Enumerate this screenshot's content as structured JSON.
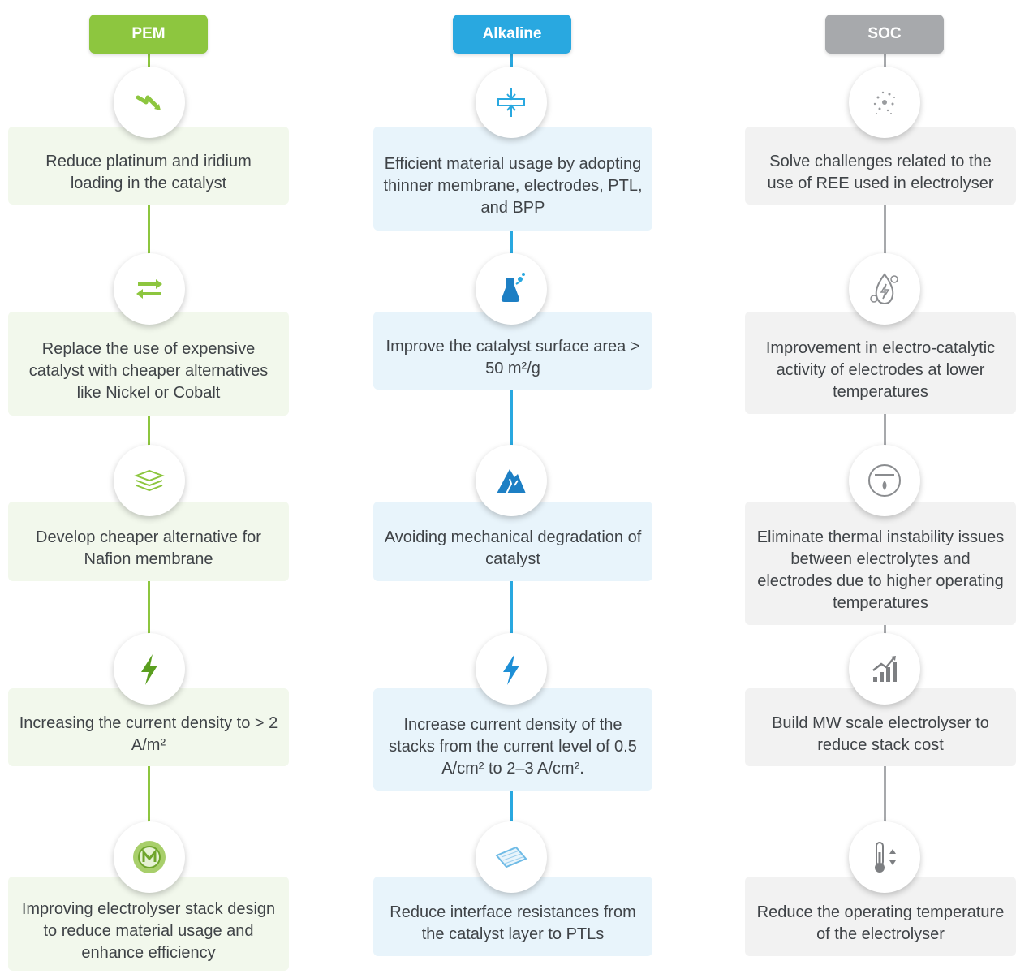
{
  "columns": [
    {
      "id": "pem",
      "header": "PEM",
      "color": "#8dc63f",
      "steps": [
        {
          "icon": "curved-arrow-icon",
          "text": "Reduce platinum and iridium loading in the catalyst"
        },
        {
          "icon": "exchange-arrows-icon",
          "text": "Replace the use of expensive catalyst with cheaper alternatives like Nickel or Cobalt"
        },
        {
          "icon": "membrane-layers-icon",
          "text": "Develop cheaper alternative for Nafion membrane"
        },
        {
          "icon": "lightning-bolt-icon",
          "text": "Increasing the current density to > 2 A/m²"
        },
        {
          "icon": "stack-design-badge-icon",
          "text": "Improving electrolyser stack design to reduce material usage and enhance efficiency"
        }
      ]
    },
    {
      "id": "alk",
      "header": "Alkaline",
      "color": "#29a8e0",
      "steps": [
        {
          "icon": "thin-membrane-compress-icon",
          "text": "Efficient material usage by adopting thinner membrane, electrodes, PTL, and BPP"
        },
        {
          "icon": "catalyst-flask-icon",
          "text": "Improve the catalyst surface area > 50 m²/g"
        },
        {
          "icon": "cracked-mountain-icon",
          "text": "Avoiding mechanical degradation of catalyst"
        },
        {
          "icon": "lightning-bolt-icon",
          "text": "Increase current density of the stacks from the current level of 0.5  A/cm² to 2–3  A/cm²."
        },
        {
          "icon": "mesh-layer-icon",
          "text": "Reduce interface resistances from the catalyst layer to PTLs"
        }
      ]
    },
    {
      "id": "soc",
      "header": "SOC",
      "color": "#a7a9ac",
      "steps": [
        {
          "icon": "rare-earth-particles-icon",
          "text": "Solve challenges related to the use of REE used in electrolyser"
        },
        {
          "icon": "electro-catalytic-drop-icon",
          "text": "Improvement in electro-catalytic activity of electrodes at lower temperatures"
        },
        {
          "icon": "thermal-gauge-icon",
          "text": "Eliminate thermal instability issues between electrolytes and electrodes due to higher operating temperatures"
        },
        {
          "icon": "growth-chart-icon",
          "text": "Build MW scale electrolyser to reduce stack cost"
        },
        {
          "icon": "thermometer-icon",
          "text": "Reduce the operating temperature of the electrolyser"
        }
      ]
    }
  ]
}
